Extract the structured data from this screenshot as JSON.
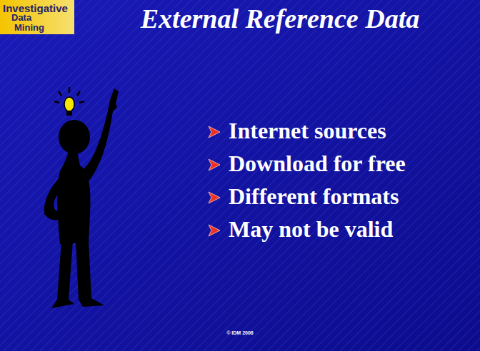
{
  "diagram": {
    "title": "External Reference Data",
    "labels": [
      "Investigative",
      "Data",
      "Mining",
      "Internet sources",
      "Download for free",
      "Different formats",
      "May not be valid",
      "© IDM 2006"
    ]
  }
}
